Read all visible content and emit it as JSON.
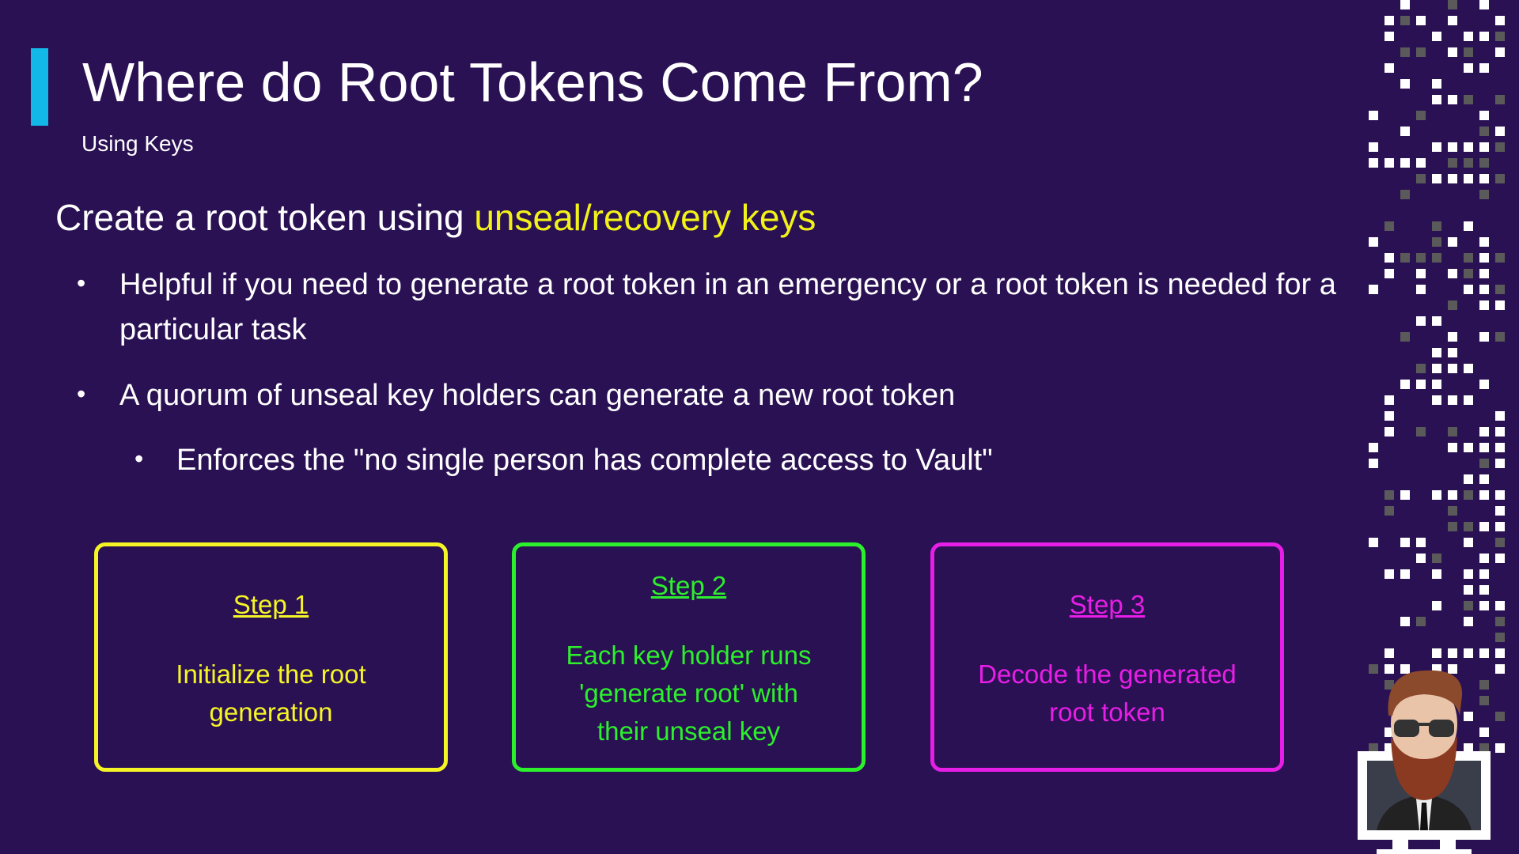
{
  "title": "Where do Root Tokens Come From?",
  "subtitle": "Using Keys",
  "heading": {
    "prefix": "Create a root token using ",
    "highlight": "unseal/recovery keys"
  },
  "bullets": [
    {
      "text": "Helpful if you need to generate a root token in an emergency or a root token is needed for a particular task"
    },
    {
      "text": "A quorum of unseal key holders can generate a new root token"
    },
    {
      "text": "Enforces the \"no single person has complete access to Vault\""
    }
  ],
  "steps": [
    {
      "label": "Step 1",
      "text": "Initialize the root generation",
      "color": "#f5f526"
    },
    {
      "label": "Step 2",
      "text": "Each key holder runs 'generate root' with their unseal key",
      "color": "#2cf02c"
    },
    {
      "label": "Step 3",
      "text": "Decode the generated root token",
      "color": "#e61ee6"
    }
  ],
  "colors": {
    "background": "#2a1153",
    "accent": "#12b8e8",
    "highlight": "#f2f218"
  }
}
